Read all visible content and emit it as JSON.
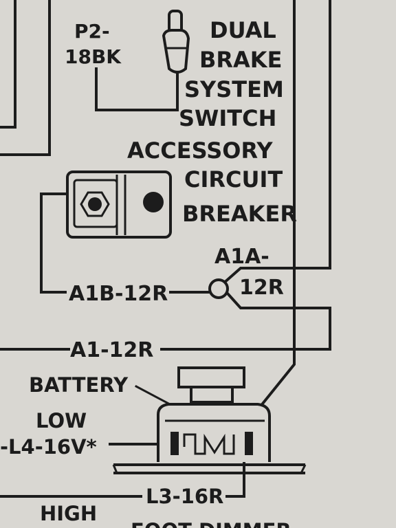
{
  "diagram": {
    "colors": {
      "paper": "#d9d7d2",
      "ink": "#1c1c1c"
    },
    "labels": {
      "p2": "P2-",
      "bk18": "18BK",
      "dual": "DUAL",
      "brake": "BRAKE",
      "system": "SYSTEM",
      "switch": "SWITCH",
      "accessory": "ACCESSORY",
      "circuit": "CIRCUIT",
      "breaker": "BREAKER",
      "a1a": "A1A-",
      "r12": "12R",
      "a1b": "A1B-12R",
      "a1": "A1-12R",
      "battery": "BATTERY",
      "low": "LOW",
      "l4": "-L4-16V*",
      "l3": "L3-16R",
      "high": "HIGH",
      "foot_dimmer": "FOOT DIMMER"
    }
  }
}
